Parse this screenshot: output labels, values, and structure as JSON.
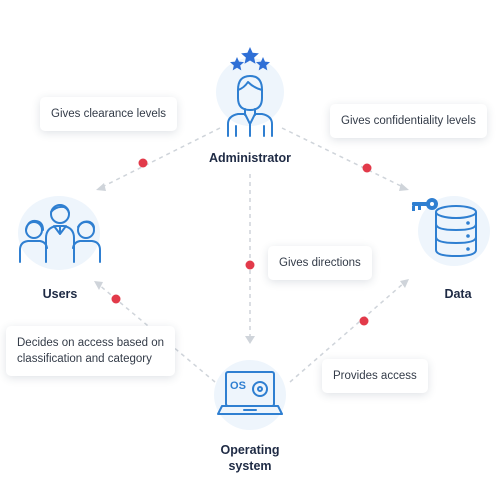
{
  "nodes": {
    "administrator": "Administrator",
    "users": "Users",
    "data": "Data",
    "os_line1": "Operating",
    "os_line2": "system",
    "os_screen_text": "OS"
  },
  "callouts": {
    "clearance": "Gives clearance levels",
    "confidentiality": "Gives confidentiality levels",
    "directions": "Gives directions",
    "decides_line1": "Decides on access based on",
    "decides_line2": "classification and category",
    "provides": "Provides access"
  },
  "colors": {
    "icon_blue": "#2f7fd1",
    "star_blue": "#2f6fd6",
    "connector_gray": "#cfd4da",
    "dot_red": "#e23a4a",
    "blob_bg": "#eef5fc"
  }
}
